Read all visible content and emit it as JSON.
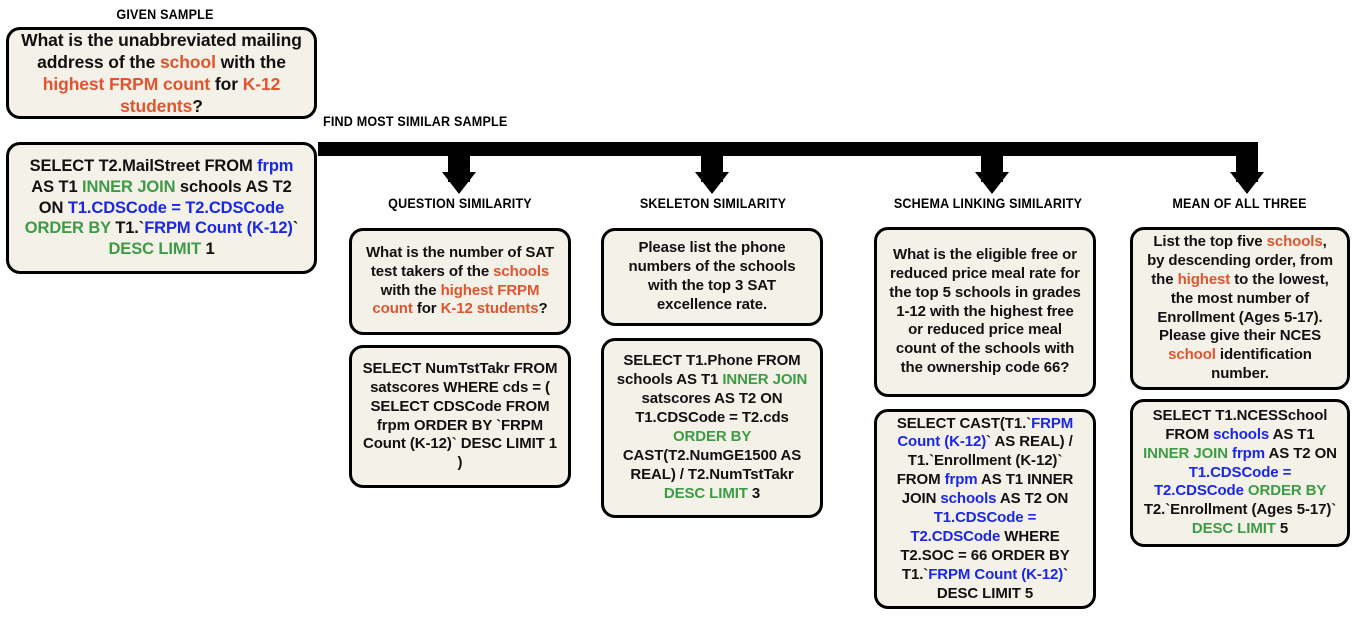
{
  "accent_colors": {
    "highlight_red": "#E0552F",
    "sql_blue": "#1A26E8",
    "sql_green": "#3E9B45",
    "box_fill": "#F4F1E8",
    "outline": "#000000"
  },
  "headings": {
    "given_sample": "GIVEN SAMPLE",
    "find_most_similar": "FIND MOST SIMILAR SAMPLE",
    "question_similarity": "QUESTION SIMILARITY",
    "skeleton_similarity": "SKELETON SIMILARITY",
    "schema_linking_similarity": "SCHEMA LINKING SIMILARITY",
    "mean_of_all_three": "MEAN OF ALL THREE"
  },
  "given_sample": {
    "question_plain": "What is the unabbreviated mailing address of the school with the highest FRPM count for K-12 students?",
    "question_parts": [
      {
        "t": "What is the unabbreviated mailing address of the ",
        "c": "plain"
      },
      {
        "t": "school",
        "c": "red"
      },
      {
        "t": " with the ",
        "c": "plain"
      },
      {
        "t": "highest FRPM count",
        "c": "red"
      },
      {
        "t": " for ",
        "c": "plain"
      },
      {
        "t": "K-12 students",
        "c": "red"
      },
      {
        "t": "?",
        "c": "plain"
      }
    ],
    "sql_plain": "SELECT T2.MailStreet FROM frpm AS T1 INNER JOIN schools AS T2 ON T1.CDSCode = T2.CDSCode ORDER BY T1.`FRPM Count (K-12)` DESC LIMIT 1",
    "sql_parts": [
      {
        "t": "SELECT T2.MailStreet FROM ",
        "c": "plain"
      },
      {
        "t": "frpm",
        "c": "blue"
      },
      {
        "t": " AS T1 ",
        "c": "plain"
      },
      {
        "t": "INNER JOIN",
        "c": "green"
      },
      {
        "t": " schools AS T2 ON ",
        "c": "plain"
      },
      {
        "t": "T1.CDSCode = T2.CDSCode",
        "c": "blue"
      },
      {
        "t": " ",
        "c": "plain"
      },
      {
        "t": "ORDER BY",
        "c": "green"
      },
      {
        "t": " T1.`",
        "c": "plain"
      },
      {
        "t": "FRPM Count (K-12)",
        "c": "blue"
      },
      {
        "t": "` ",
        "c": "plain"
      },
      {
        "t": "DESC LIMIT",
        "c": "green"
      },
      {
        "t": " 1",
        "c": "plain"
      }
    ]
  },
  "columns": [
    {
      "id": "question-similarity",
      "heading": "QUESTION SIMILARITY",
      "question_plain": "What is the number of SAT test takers of the schools with the highest FRPM count for K-12 students?",
      "question_parts": [
        {
          "t": "What is the number of SAT test takers of the ",
          "c": "plain"
        },
        {
          "t": "schools",
          "c": "red"
        },
        {
          "t": " with the ",
          "c": "plain"
        },
        {
          "t": "highest FRPM count",
          "c": "red"
        },
        {
          "t": " for ",
          "c": "plain"
        },
        {
          "t": "K-12 students",
          "c": "red"
        },
        {
          "t": "?",
          "c": "plain"
        }
      ],
      "sql_plain": "SELECT NumTstTakr FROM satscores WHERE cds = ( SELECT CDSCode FROM frpm ORDER BY `FRPM Count (K-12)` DESC LIMIT 1 )",
      "sql_parts": [
        {
          "t": "SELECT NumTstTakr FROM satscores WHERE cds = ( SELECT CDSCode FROM frpm ORDER BY `FRPM Count (K-12)` DESC LIMIT 1 )",
          "c": "plain"
        }
      ]
    },
    {
      "id": "skeleton-similarity",
      "heading": "SKELETON SIMILARITY",
      "question_plain": "Please list the phone numbers of the schools with the top 3 SAT excellence rate.",
      "question_parts": [
        {
          "t": "Please list the phone numbers of the schools with the top 3 SAT excellence rate.",
          "c": "plain"
        }
      ],
      "sql_plain": "SELECT T1.Phone FROM schools AS T1 INNER JOIN satscores AS T2 ON T1.CDSCode = T2.cds ORDER BY CAST(T2.NumGE1500 AS REAL) / T2.NumTstTakr DESC LIMIT 3",
      "sql_parts": [
        {
          "t": "SELECT T1.Phone FROM schools AS T1 ",
          "c": "plain"
        },
        {
          "t": "INNER JOIN",
          "c": "green"
        },
        {
          "t": " satscores AS T2 ON T1.CDSCode = T2.cds ",
          "c": "plain"
        },
        {
          "t": "ORDER BY",
          "c": "green"
        },
        {
          "t": " CAST(T2.NumGE1500 AS REAL) / T2.NumTstTakr ",
          "c": "plain"
        },
        {
          "t": "DESC LIMIT",
          "c": "green"
        },
        {
          "t": " 3",
          "c": "plain"
        }
      ]
    },
    {
      "id": "schema-linking-similarity",
      "heading": "SCHEMA LINKING SIMILARITY",
      "question_plain": "What is the eligible free or reduced price meal rate for the top 5 schools in grades 1-12 with the highest free or reduced price meal count of the schools with the ownership code 66?",
      "question_parts": [
        {
          "t": "What is the eligible free or reduced price meal rate for the top 5 schools in grades 1-12 with the highest free or reduced price meal count of the schools with the ownership code 66?",
          "c": "plain"
        }
      ],
      "sql_plain": "SELECT CAST(T1.`FRPM Count (K-12)` AS REAL) / T1.`Enrollment (K-12)` FROM frpm AS T1 INNER JOIN schools AS T2 ON T1.CDSCode = T2.CDSCode WHERE T2.SOC = 66 ORDER BY T1.`FRPM Count (K-12)` DESC LIMIT 5",
      "sql_parts": [
        {
          "t": "SELECT CAST(T1.`",
          "c": "plain"
        },
        {
          "t": "FRPM Count (K-12)",
          "c": "blue"
        },
        {
          "t": "` AS REAL) / T1.`Enrollment (K-12)` FROM ",
          "c": "plain"
        },
        {
          "t": "frpm",
          "c": "blue"
        },
        {
          "t": " AS T1 INNER JOIN ",
          "c": "plain"
        },
        {
          "t": "schools",
          "c": "blue"
        },
        {
          "t": " AS T2 ON ",
          "c": "plain"
        },
        {
          "t": "T1.CDSCode = T2.CDSCode",
          "c": "blue"
        },
        {
          "t": " WHERE T2.SOC = 66 ORDER BY T1.`",
          "c": "plain"
        },
        {
          "t": "FRPM Count (K-12)",
          "c": "blue"
        },
        {
          "t": "` DESC LIMIT 5",
          "c": "plain"
        }
      ]
    },
    {
      "id": "mean-of-all-three",
      "heading": "MEAN OF ALL THREE",
      "question_plain": "List the top five schools, by descending order, from the highest to the lowest, the most number of Enrollment (Ages 5-17). Please give their NCES school identification number.",
      "question_parts": [
        {
          "t": "List the top five ",
          "c": "plain"
        },
        {
          "t": "schools",
          "c": "red"
        },
        {
          "t": ", by descending order, from the ",
          "c": "plain"
        },
        {
          "t": "highest",
          "c": "red"
        },
        {
          "t": " to the lowest, the most number of Enrollment (Ages 5-17). Please give their NCES ",
          "c": "plain"
        },
        {
          "t": "school",
          "c": "red"
        },
        {
          "t": " identification number.",
          "c": "plain"
        }
      ],
      "sql_plain": "SELECT T1.NCESSchool FROM schools AS T1 INNER JOIN frpm AS T2 ON T1.CDSCode = T2.CDSCode ORDER BY T2.`Enrollment (Ages 5-17)` DESC LIMIT 5",
      "sql_parts": [
        {
          "t": "SELECT T1.NCESSchool FROM ",
          "c": "plain"
        },
        {
          "t": "schools",
          "c": "blue"
        },
        {
          "t": " AS T1 ",
          "c": "plain"
        },
        {
          "t": "INNER JOIN",
          "c": "green"
        },
        {
          "t": " ",
          "c": "plain"
        },
        {
          "t": "frpm",
          "c": "blue"
        },
        {
          "t": " AS T2 ON ",
          "c": "plain"
        },
        {
          "t": "T1.CDSCode = T2.CDSCode",
          "c": "blue"
        },
        {
          "t": " ",
          "c": "plain"
        },
        {
          "t": "ORDER BY",
          "c": "green"
        },
        {
          "t": " T2.`Enrollment (Ages 5-17)` ",
          "c": "plain"
        },
        {
          "t": "DESC LIMIT",
          "c": "green"
        },
        {
          "t": " 5",
          "c": "plain"
        }
      ]
    }
  ]
}
